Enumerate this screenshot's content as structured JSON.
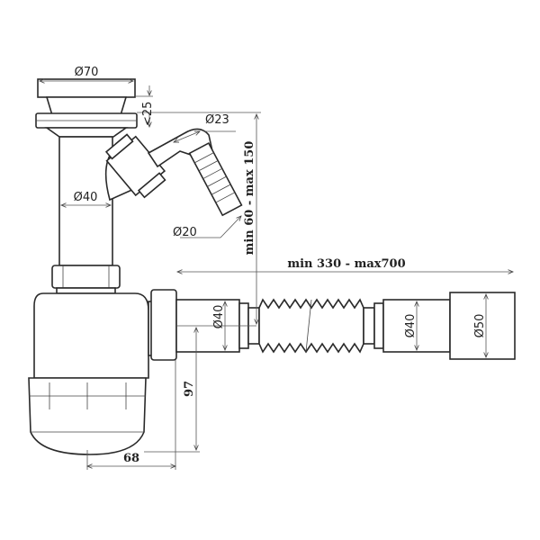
{
  "drawing": {
    "dimensions": {
      "flange_diameter": "Ø70",
      "flange_gap": "<25",
      "branch_diameter": "Ø23",
      "pipe_diameter": "Ø40",
      "hose_diameter": "Ø20",
      "height_range": "min 60 - max 150",
      "length_range": "min 330 - max700",
      "outlet_inner_diameter": "Ø40",
      "corrugated_diameter": "Ø40",
      "outlet_end_diameter": "Ø50",
      "outlet_height": "97",
      "outlet_offset": "68"
    }
  }
}
